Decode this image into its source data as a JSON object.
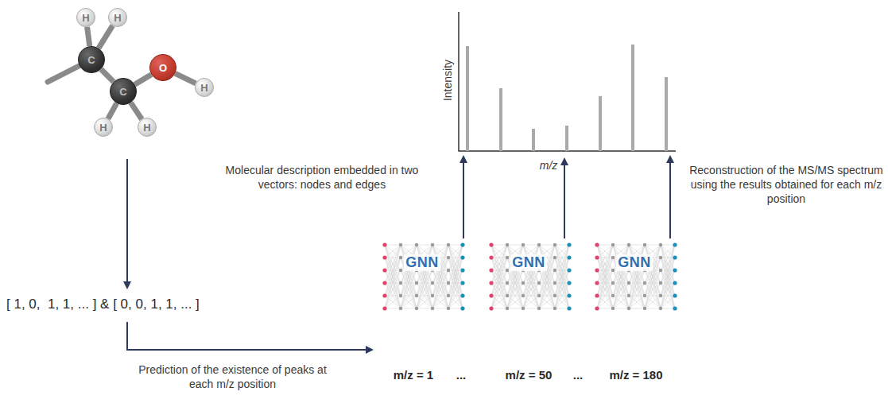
{
  "diagram": {
    "nodes": [
      {
        "text": [
          "H"
        ]
      },
      {
        "text": [
          "H"
        ]
      },
      {
        "text": [
          "C"
        ]
      },
      {
        "text": [
          "O"
        ]
      },
      {
        "text": [
          "H"
        ]
      },
      {
        "text": [
          "C"
        ]
      },
      {
        "text": [
          "H"
        ]
      },
      {
        "text": [
          "H"
        ]
      },
      {
        "text": [
          "GNN"
        ]
      },
      {
        "text": [
          "GNN"
        ]
      },
      {
        "text": [
          "GNN"
        ]
      }
    ],
    "edges": [
      {
        "from": 0,
        "to": 2,
        "arrow": "none"
      },
      {
        "from": 1,
        "to": 2,
        "arrow": "none"
      },
      {
        "from": 2,
        "to": 5,
        "arrow": "none"
      },
      {
        "from": 5,
        "to": 3,
        "arrow": "none"
      },
      {
        "from": 3,
        "to": 4,
        "arrow": "none"
      },
      {
        "from": 5,
        "to": 6,
        "arrow": "none"
      },
      {
        "from": 5,
        "to": 7,
        "arrow": "none"
      }
    ],
    "labels": [
      "Molecular description embedded in two vectors: nodes and edges",
      "[ 1, 0,  1, 1, ... ] & [ 0, 0, 1, 1, ... ]",
      "Intensity",
      "m/z",
      "Reconstruction of the MS/MS spectrum using the results obtained for each m/z position",
      "Prediction of the existence of peaks at each m/z position",
      "m/z = 1",
      "...",
      "m/z = 50",
      "...",
      "m/z = 180"
    ]
  }
}
